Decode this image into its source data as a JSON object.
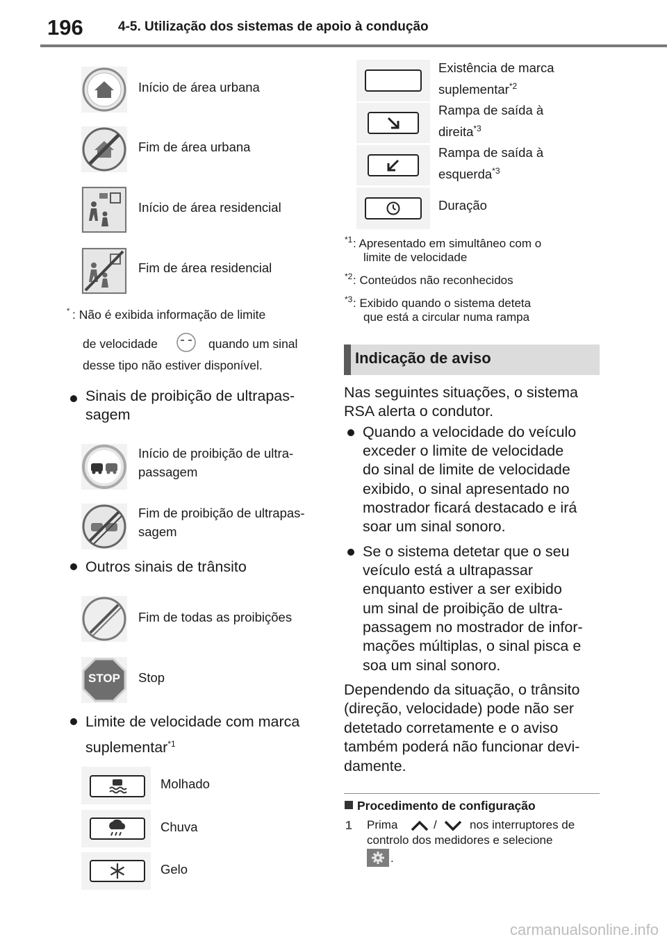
{
  "header": {
    "page_number": "196",
    "chapter_title": "4-5. Utilização dos sistemas de apoio à condução"
  },
  "left_column": {
    "urban_signs": [
      {
        "label": "Início de área urbana",
        "icon": "urban-start-sign-icon"
      },
      {
        "label": "Fim de área urbana",
        "icon": "urban-end-sign-icon"
      },
      {
        "label": "Início de área residencial",
        "icon": "residential-start-sign-icon"
      },
      {
        "label": "Fim de área residencial",
        "icon": "residential-end-sign-icon"
      }
    ],
    "note": {
      "marker": "*",
      "line1": ": Não é exibida informação de limite",
      "line2a": "de velocidade",
      "line2b": "quando um sinal",
      "line3": "desse tipo não estiver disponível."
    },
    "bullet_overtaking": {
      "line1": "Sinais de proibição de ultrapas-",
      "line2": "sagem"
    },
    "overtaking_signs": [
      {
        "line1": "Início de proibição de ultra-",
        "line2": "passagem",
        "icon": "no-overtaking-sign-icon"
      },
      {
        "line1": "Fim de proibição de ultrapas-",
        "line2": "sagem",
        "icon": "end-no-overtaking-sign-icon"
      }
    ],
    "bullet_other": "Outros sinais de trânsito",
    "other_signs": [
      {
        "label": "Fim de todas as proibições",
        "icon": "end-all-prohibitions-sign-icon"
      },
      {
        "label": "Stop",
        "icon": "stop-sign-icon",
        "sign_text": "STOP"
      }
    ],
    "bullet_speed_limit": {
      "line1": "Limite de velocidade com marca",
      "line2": "suplementar",
      "sup": "*1"
    },
    "supplementary_signs": [
      {
        "label": "Molhado",
        "icon": "wet-road-icon"
      },
      {
        "label": "Chuva",
        "icon": "rain-cloud-icon"
      },
      {
        "label": "Gelo",
        "icon": "snowflake-icon"
      }
    ]
  },
  "right_column": {
    "signs": [
      {
        "line1": "Existência de marca",
        "line2": "suplementar",
        "sup": "*2",
        "icon": "supplementary-mark-icon"
      },
      {
        "line1": "Rampa de saída à",
        "line2": "direita",
        "sup": "*3",
        "icon": "arrow-down-right-icon"
      },
      {
        "line1": "Rampa de saída à",
        "line2": "esquerda",
        "sup": "*3",
        "icon": "arrow-down-left-icon"
      },
      {
        "line1": "Duração",
        "line2": "",
        "sup": "",
        "icon": "clock-icon"
      }
    ],
    "footnotes": [
      {
        "mark": "*1",
        "line1": ": Apresentado em simultâneo com o",
        "line2": "limite de velocidade"
      },
      {
        "mark": "*2",
        "line1": ": Conteúdos não reconhecidos",
        "line2": ""
      },
      {
        "mark": "*3",
        "line1": ": Exibido quando o sistema deteta",
        "line2": "que está a circular numa rampa"
      }
    ],
    "section_title": "Indicação de aviso",
    "intro": {
      "line1": "Nas seguintes situações, o sistema",
      "line2": "RSA alerta o condutor."
    },
    "bullet1": [
      "Quando a velocidade do veículo",
      "exceder o limite de velocidade",
      "do sinal de limite de velocidade",
      "exibido, o sinal apresentado no",
      "mostrador ficará destacado e irá",
      "soar um sinal sonoro."
    ],
    "bullet2": [
      "Se o sistema detetar que o seu",
      "veículo está a ultrapassar",
      "enquanto estiver a ser exibido",
      "um sinal de proibição de ultra-",
      "passagem no mostrador de infor-",
      "mações múltiplas, o sinal pisca e",
      "soa um sinal sonoro."
    ],
    "paragraph": [
      "Dependendo da situação, o trânsito",
      "(direção, velocidade) pode não ser",
      "detetado corretamente e o aviso",
      "também poderá não funcionar devi-",
      "damente."
    ],
    "procedure": {
      "title": "Procedimento de configuração",
      "step_number": "1",
      "step_a": "Prima",
      "step_sep": "/",
      "step_b": "nos interruptores de",
      "step_line2": "controlo dos medidores e selecione",
      "step_end": "."
    }
  },
  "watermark": "carmanualsonline.info",
  "colors": {
    "text": "#1a1a1a",
    "rule": "#7a7a7a",
    "section_bg": "#dcdcdc",
    "sign_bg": "#f2f2f2"
  }
}
